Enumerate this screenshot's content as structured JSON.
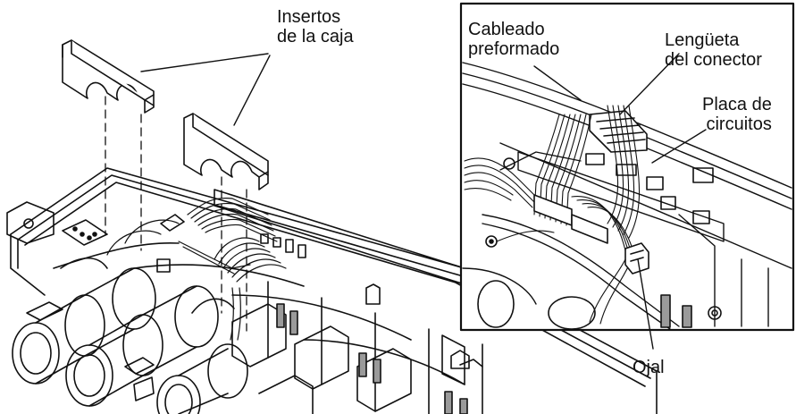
{
  "labels": {
    "box_inserts": {
      "line1": "Insertos",
      "line2": "de la caja"
    },
    "preformed_wiring": {
      "line1": "Cableado",
      "line2": "preformado"
    },
    "connector_tab": {
      "line1": "Lengüeta",
      "line2": "del conector"
    },
    "circuit_board": {
      "line1": "Placa de",
      "line2": "circuitos"
    },
    "grommet": {
      "line1": "Ojal"
    }
  },
  "colors": {
    "line": "#111111",
    "fill": "#ffffff",
    "shade": "#9a9a9a"
  }
}
